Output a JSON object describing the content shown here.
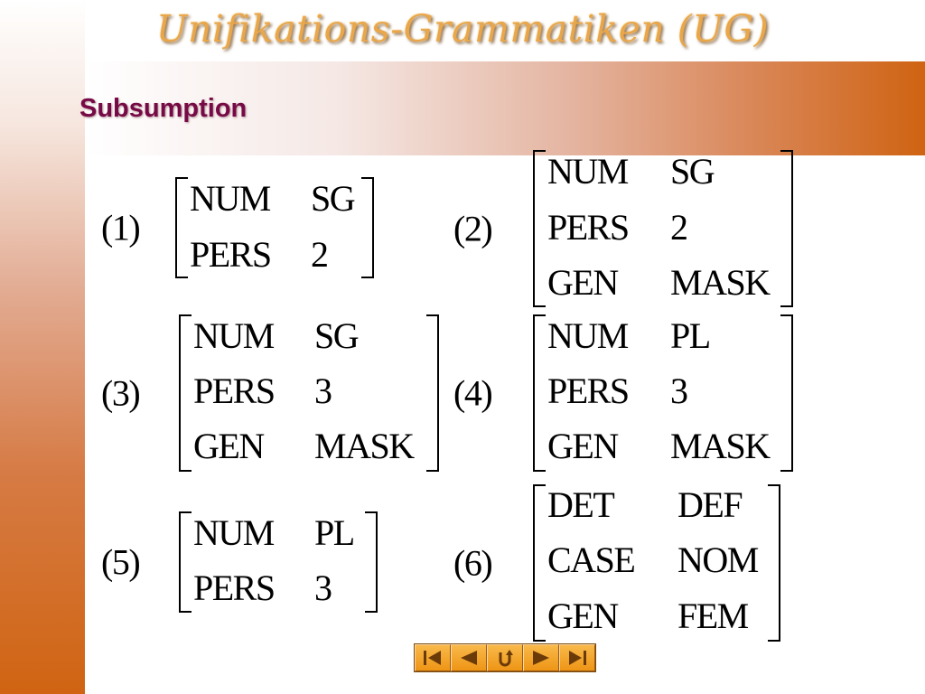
{
  "header": {
    "app_title": "Unifikations-Grammatiken (UG)",
    "page_title": "Subsumption"
  },
  "structures": [
    {
      "label": "(1)",
      "rows": [
        {
          "feature": "NUM",
          "value": "SG"
        },
        {
          "feature": "PERS",
          "value": "2"
        }
      ]
    },
    {
      "label": "(2)",
      "rows": [
        {
          "feature": "NUM",
          "value": "SG"
        },
        {
          "feature": "PERS",
          "value": "2"
        },
        {
          "feature": "GEN",
          "value": "MASK"
        }
      ]
    },
    {
      "label": "(3)",
      "rows": [
        {
          "feature": "NUM",
          "value": "SG"
        },
        {
          "feature": "PERS",
          "value": "3"
        },
        {
          "feature": "GEN",
          "value": "MASK"
        }
      ]
    },
    {
      "label": "(4)",
      "rows": [
        {
          "feature": "NUM",
          "value": "PL"
        },
        {
          "feature": "PERS",
          "value": "3"
        },
        {
          "feature": "GEN",
          "value": "MASK"
        }
      ]
    },
    {
      "label": "(5)",
      "rows": [
        {
          "feature": "NUM",
          "value": "PL"
        },
        {
          "feature": "PERS",
          "value": "3"
        }
      ]
    },
    {
      "label": "(6)",
      "rows": [
        {
          "feature": "DET",
          "value": "DEF"
        },
        {
          "feature": "CASE",
          "value": "NOM"
        },
        {
          "feature": "GEN",
          "value": "FEM"
        }
      ]
    }
  ],
  "navigation": {
    "buttons": [
      "first-slide-icon",
      "previous-slide-icon",
      "return-icon",
      "next-slide-icon",
      "last-slide-icon"
    ],
    "color": "#f0a020"
  },
  "theme": {
    "accent": "#d0670f",
    "title_color": "#770a46"
  }
}
